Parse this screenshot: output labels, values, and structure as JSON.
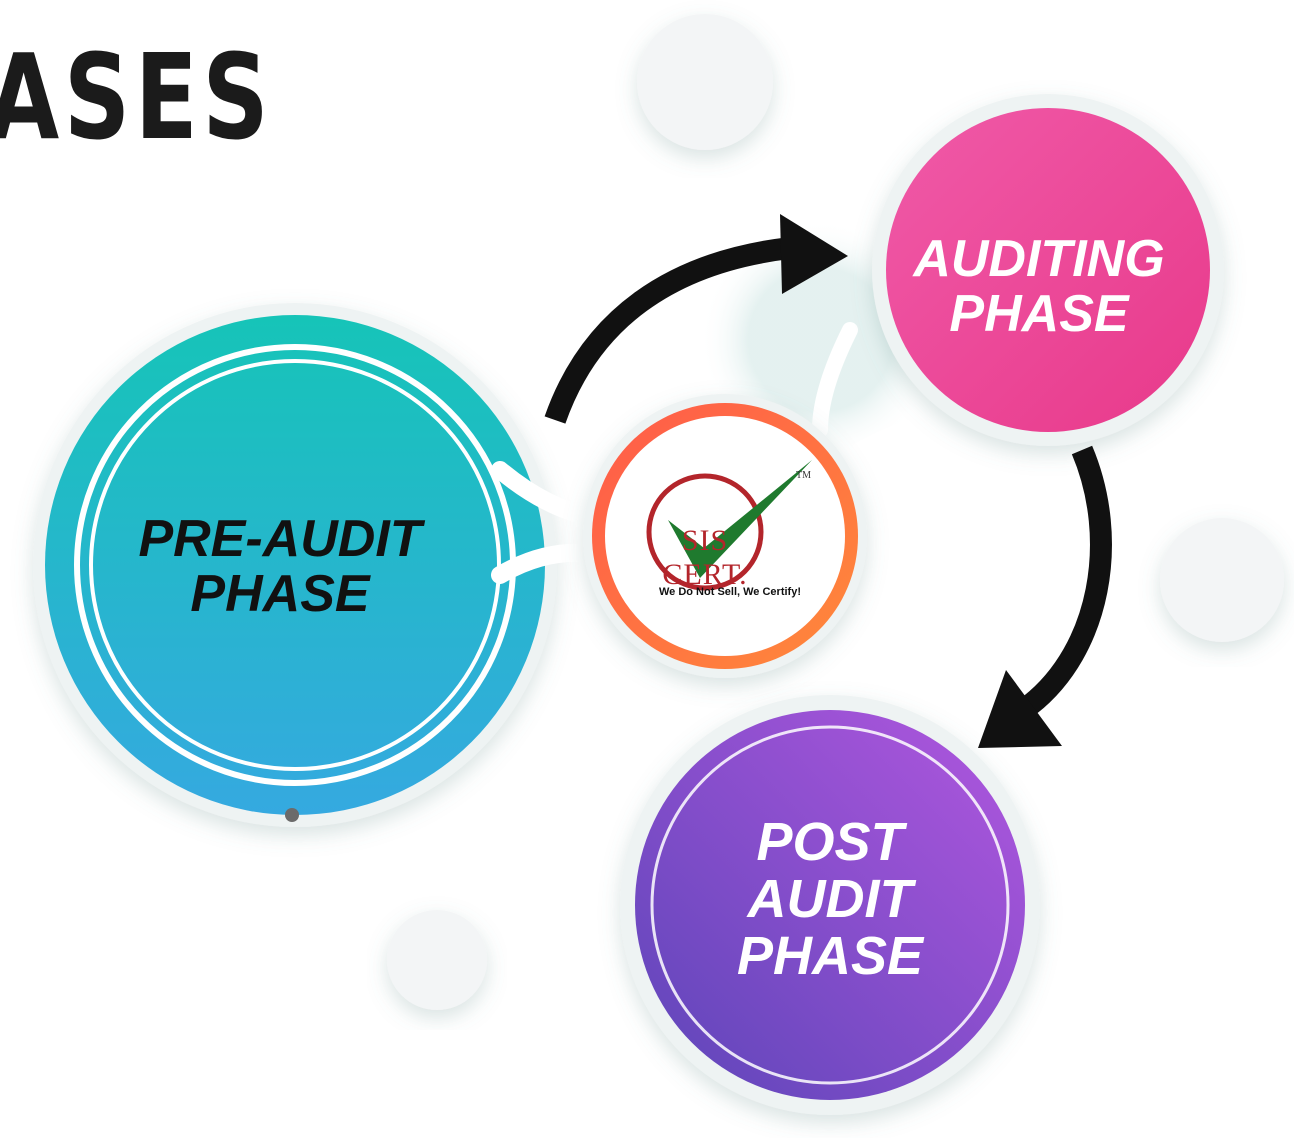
{
  "heading": "ASES",
  "phases": {
    "pre_audit": "PRE-AUDIT\nPHASE",
    "auditing": "AUDITING\nPHASE",
    "post_audit": "POST\nAUDIT\nPHASE"
  },
  "logo": {
    "name": "SIS CERT.",
    "tagline": "We Do Not Sell, We Certify!",
    "trademark": "TM"
  },
  "colors": {
    "pre_audit_from": "#16c4b8",
    "pre_audit_to": "#35a9e0",
    "auditing_from": "#f04aa0",
    "auditing_to": "#e8398a",
    "post_audit_from": "#a753d9",
    "post_audit_to": "#5b45b8",
    "logo_ring": "#ff6a3d",
    "check": "#1f7a2e",
    "logo_red": "#b3252b",
    "arrow": "#111111"
  }
}
